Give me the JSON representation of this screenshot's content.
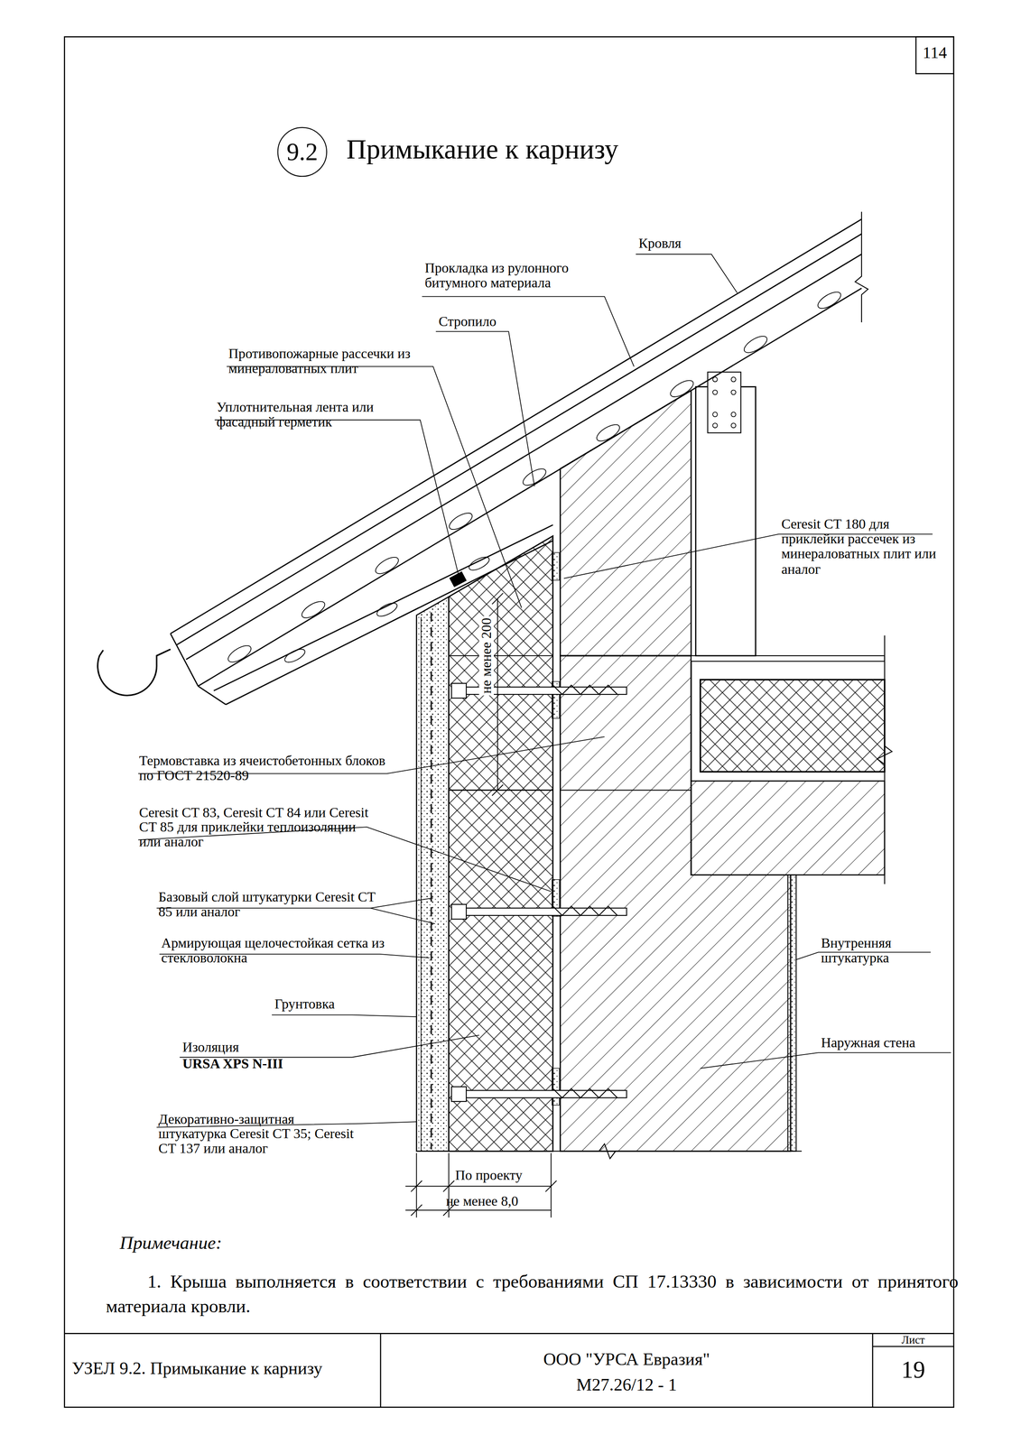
{
  "diagram": {
    "title": "Примыкание к карнизу",
    "nodes": [
      {
        "text": [
          "9.2"
        ]
      }
    ],
    "labels": [
      "114",
      "Кровля",
      "Прокладка из рулонного битумного материала",
      "Стропило",
      "Противопожарные рассечки из минераловатных плит",
      "Уплотнительная лента или фасадный герметик",
      "Ceresit CT 180 для приклейки рассечек из минераловатных плит или аналог",
      "не менее 200",
      "Термовставка из ячеистобетонных блоков по ГОСТ 21520-89",
      "Ceresit CT 83, Ceresit CT 84 или Ceresit CT 85 для приклейки теплоизоляции или аналог",
      "Базовый слой штукатурки Ceresit CT 85 или аналог",
      "Армирующая щелочестойкая сетка из стекловолокна",
      "Грунтовка",
      "Изоляция",
      "URSA XPS N-III",
      "Декоративно-защитная штукатурка Ceresit CT 35; Ceresit CT 137 или аналог",
      "Внутренняя штукатурка",
      "Наружная стена",
      "По проекту",
      "не менее 8,0",
      "Примечание:",
      "1. Крыша выполняется в соответствии с требованиями СП 17.13330 в зависимости от принятого материала кровли.",
      "УЗЕЛ 9.2. Примыкание к карнизу",
      "ООО \"УРСА Евразия\"",
      "М27.26/12 - 1",
      "Лист",
      "19"
    ]
  }
}
